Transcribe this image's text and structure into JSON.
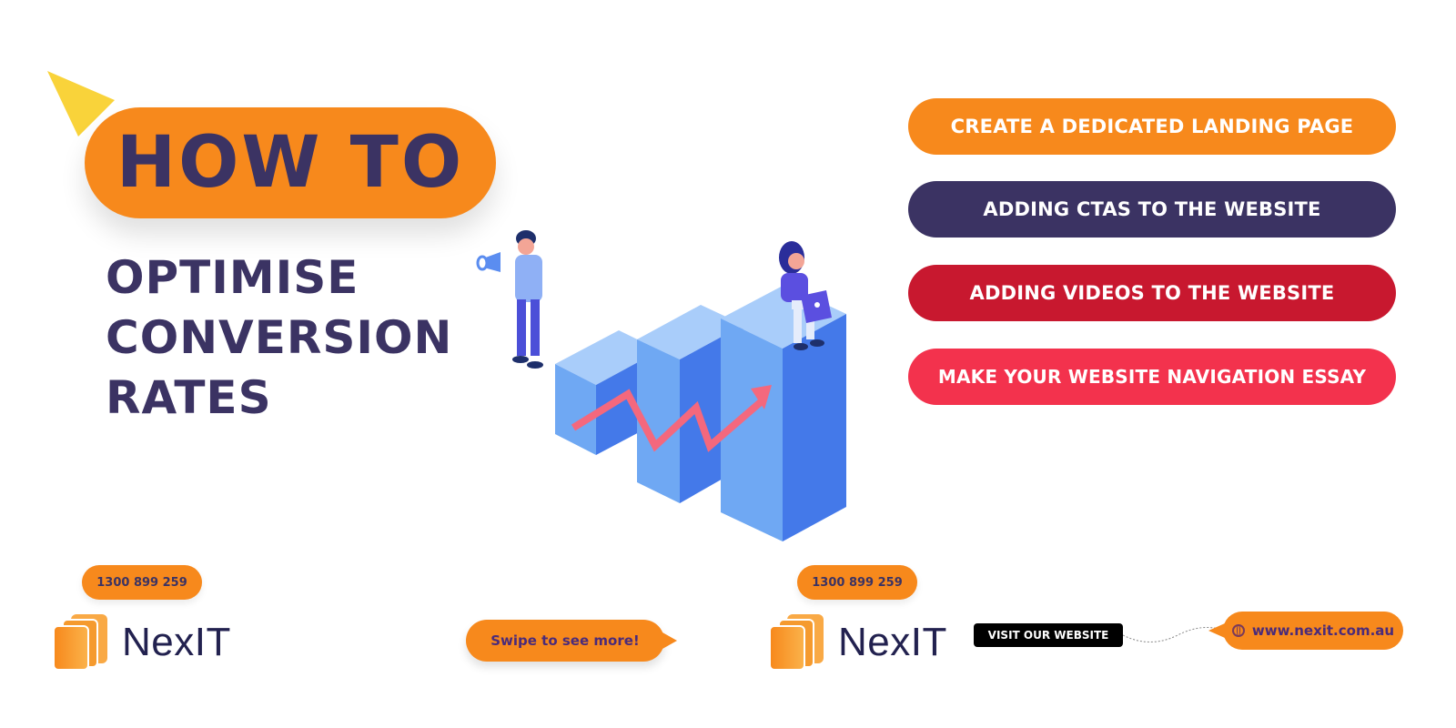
{
  "hero": {
    "badge": "HOW TO",
    "headline_lines": [
      "OPTIMISE",
      "CONVERSION",
      "RATES"
    ]
  },
  "tips": [
    {
      "label": "CREATE A DEDICATED LANDING PAGE",
      "color": "#f7891c"
    },
    {
      "label": "ADDING CTAS TO THE WEBSITE",
      "color": "#3b3363"
    },
    {
      "label": "ADDING VIDEOS TO THE WEBSITE",
      "color": "#c8182f"
    },
    {
      "label": "MAKE YOUR WEBSITE NAVIGATION ESSAY",
      "color": "#f3324d"
    }
  ],
  "illustration": {
    "icons": [
      "megaphone-man-icon",
      "bar-chart-icon",
      "trend-arrow-icon",
      "woman-laptop-icon"
    ]
  },
  "footer_left": {
    "phone": "1300 899 259",
    "brand": "NexIT",
    "swipe": "Swipe to see more!"
  },
  "footer_right": {
    "phone": "1300 899 259",
    "brand": "NexIT",
    "visit_label": "VISIT OUR WEBSITE",
    "url": "www.nexit.com.au"
  },
  "colors": {
    "orange": "#f7891c",
    "navy": "#3b3363",
    "red": "#c8182f",
    "pink_red": "#f3324d",
    "yellow": "#f9d33a"
  }
}
